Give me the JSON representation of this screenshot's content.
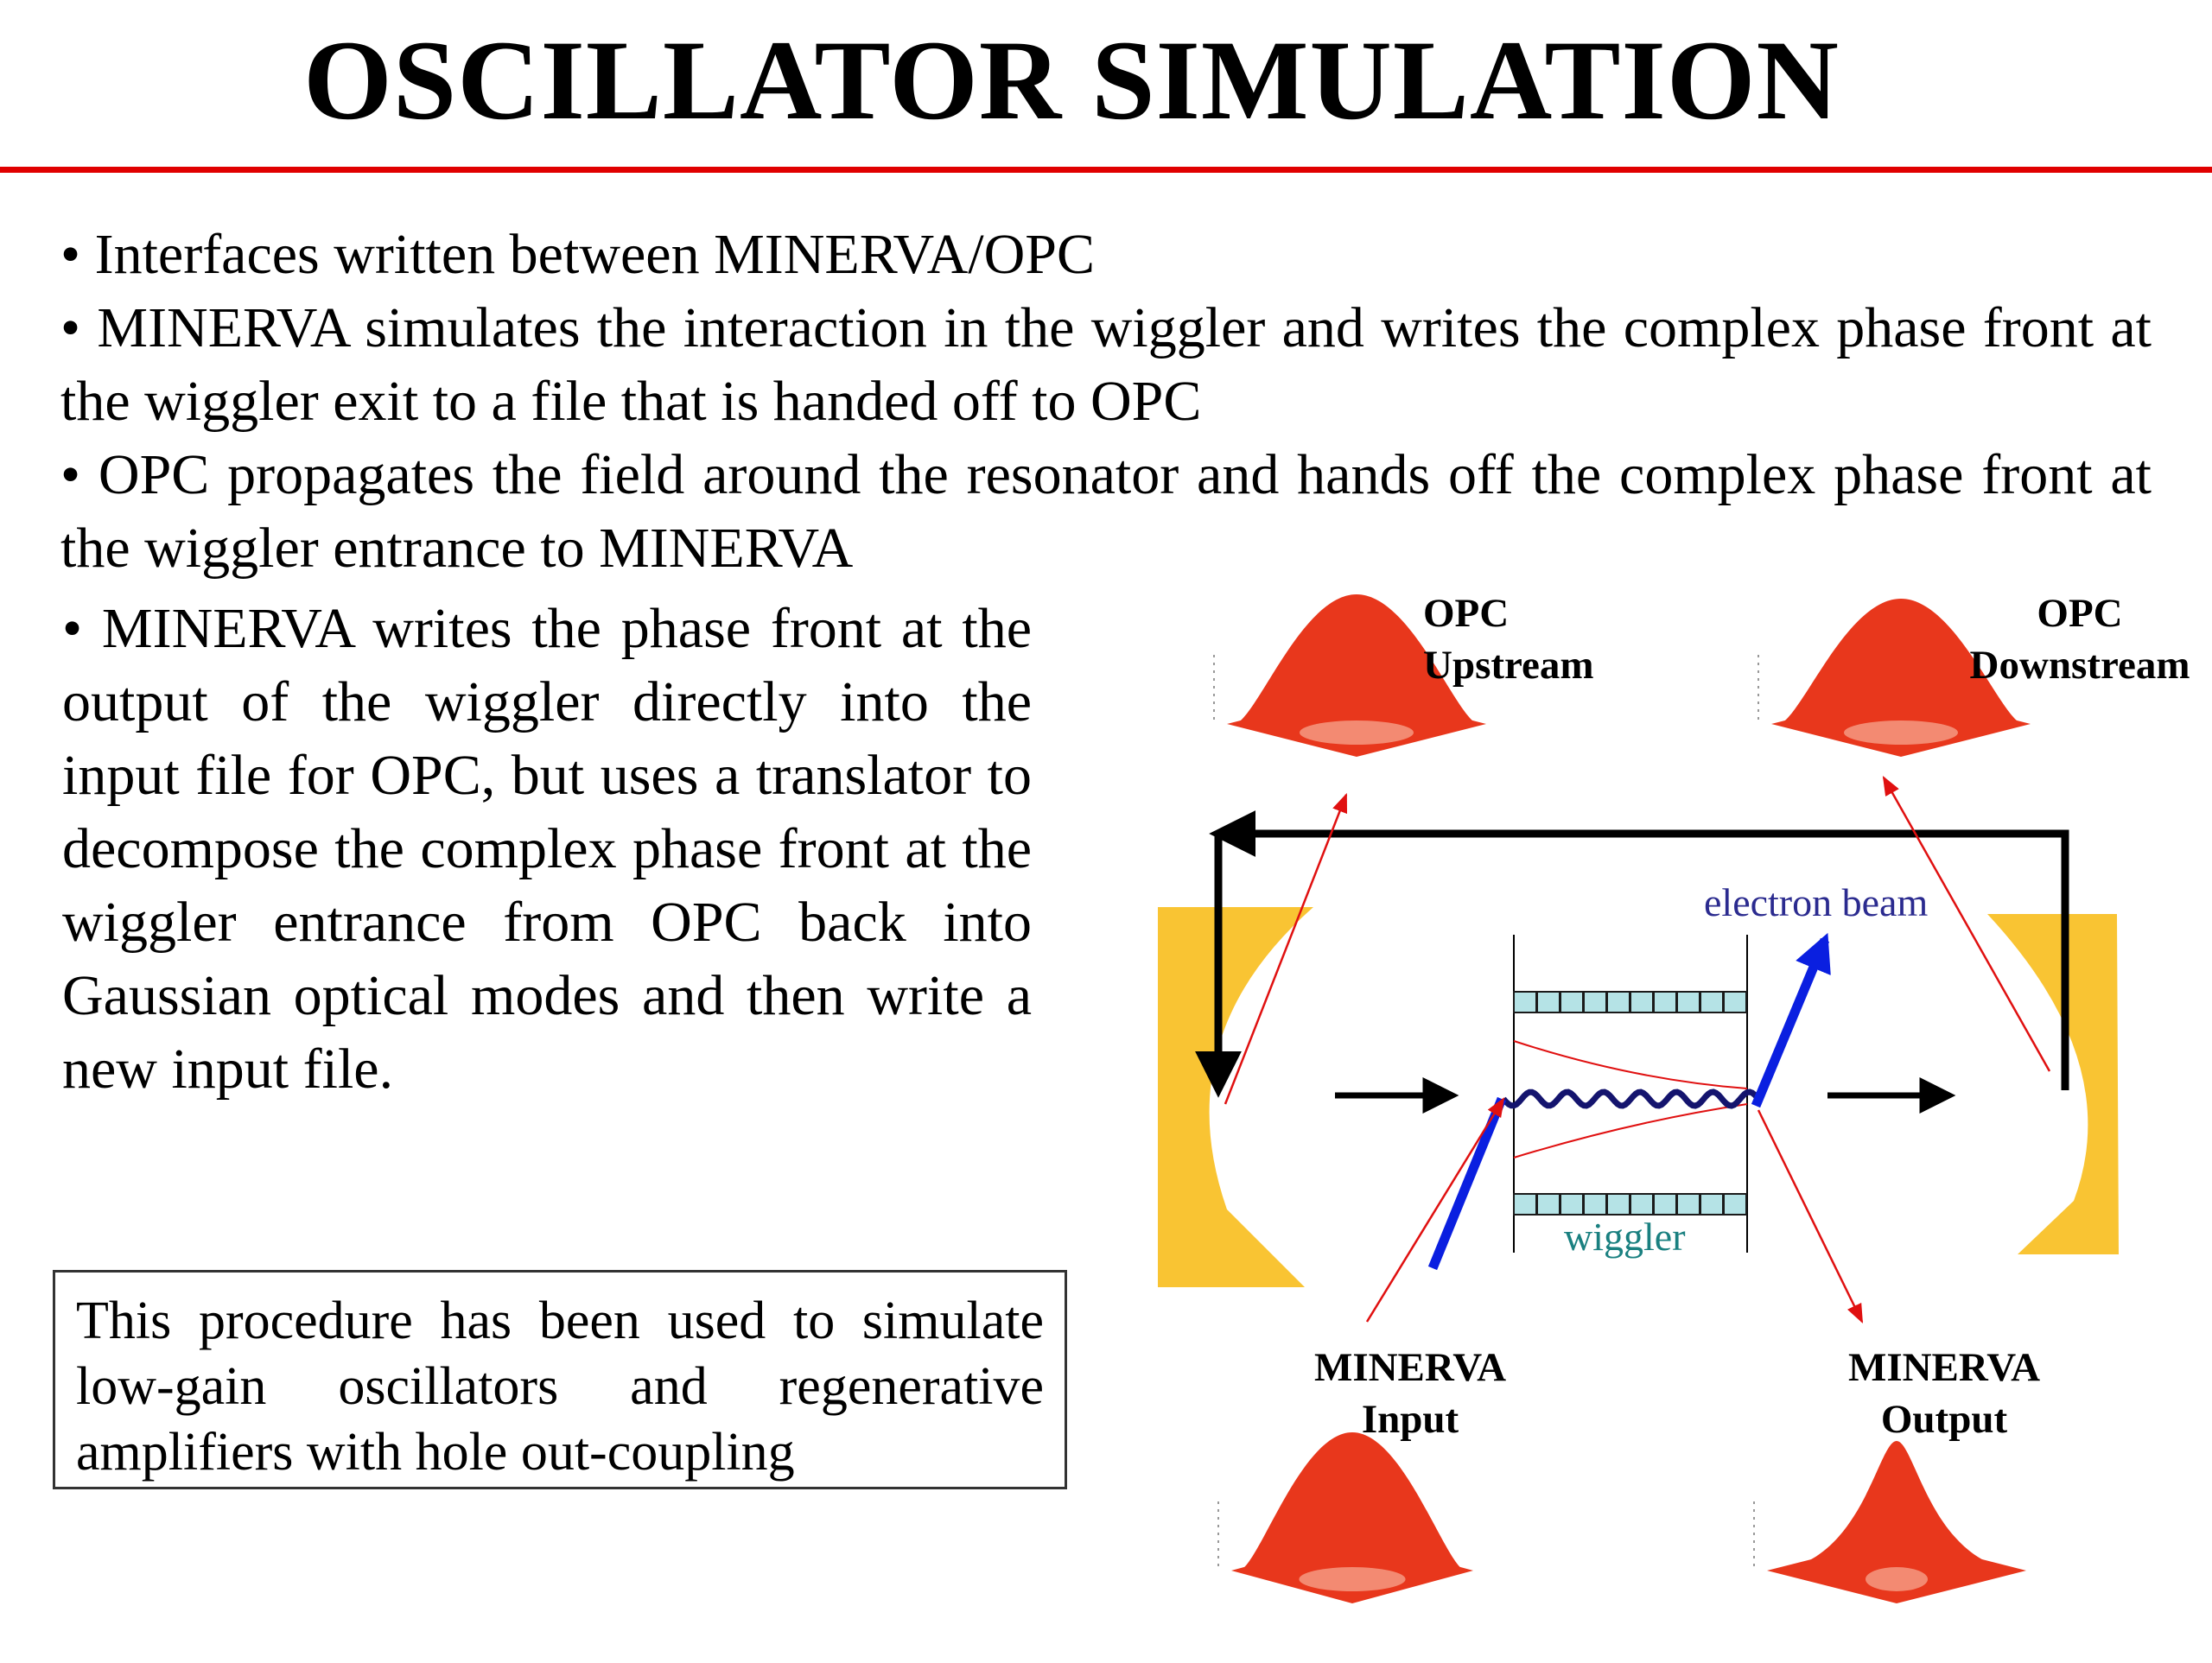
{
  "title": "OSCILLATOR SIMULATION",
  "accent_color": "#e00000",
  "bullets": [
    "• Interfaces written between MINERVA/OPC",
    "• MINERVA simulates the interaction in the wiggler and writes the complex phase front at the wiggler exit to a file that is handed off to OPC",
    "• OPC propagates the field around the resonator and hands off the complex phase front at the wiggler entrance to MINERVA"
  ],
  "bullet_left": "• MINERVA writes the phase front at the output of the wiggler directly into the input file for OPC, but uses a translator to decompose the complex phase front at the wiggler entrance from OPC back into Gaussian optical modes and then write a new input file.",
  "note": "This procedure has been used to simulate low-gain oscillators and regenerative amplifiers with hole out-coupling",
  "diagram": {
    "labels": {
      "opc_upstream": [
        "OPC",
        "Upstream"
      ],
      "opc_downstream": [
        "OPC",
        "Downstream"
      ],
      "minerva_input": [
        "MINERVA",
        "Input"
      ],
      "minerva_output": [
        "MINERVA",
        "Output"
      ],
      "electron_beam": "electron beam",
      "wiggler": "wiggler"
    },
    "colors": {
      "mirror": "#f9c433",
      "electron_beam_text": "#2b2b8f",
      "wiggler_text": "#1a8080",
      "magnet_fill": "#b5e3e6",
      "beam_arrow": "#0a1fe0",
      "red_line": "#e01010",
      "surface_plot": "#e8371c"
    }
  }
}
